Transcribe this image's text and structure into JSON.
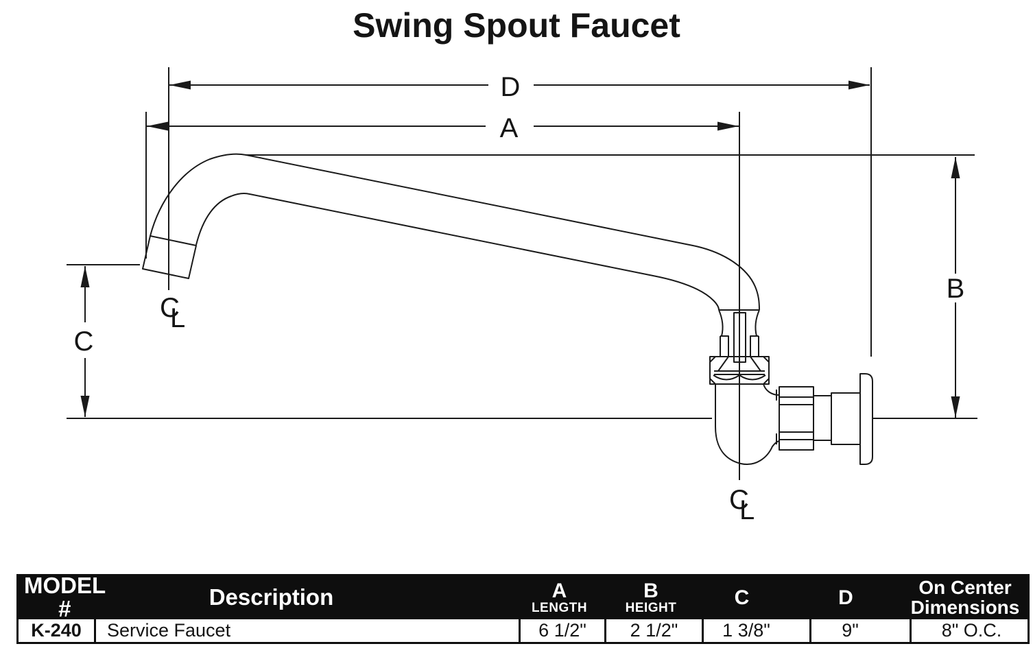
{
  "title": "Swing Spout Faucet",
  "diagram": {
    "dim_d_label": "D",
    "dim_a_label": "A",
    "dim_b_label": "B",
    "dim_c_label": "C",
    "centerline_spout_c": "C",
    "centerline_spout_l": "L",
    "centerline_body_c": "C",
    "centerline_body_l": "L"
  },
  "table": {
    "headers": {
      "model": "MODEL #",
      "description": "Description",
      "a_line1": "A",
      "a_line2": "LENGTH",
      "b_line1": "B",
      "b_line2": "HEIGHT",
      "c": "C",
      "d": "D",
      "oc_line1": "On Center",
      "oc_line2": "Dimensions"
    },
    "row": {
      "model": "K-240",
      "description": "Service Faucet",
      "a": "6 1/2\"",
      "b": "2 1/2\"",
      "c": "1 3/8\"",
      "d": "9\"",
      "oc": "8\" O.C."
    }
  }
}
